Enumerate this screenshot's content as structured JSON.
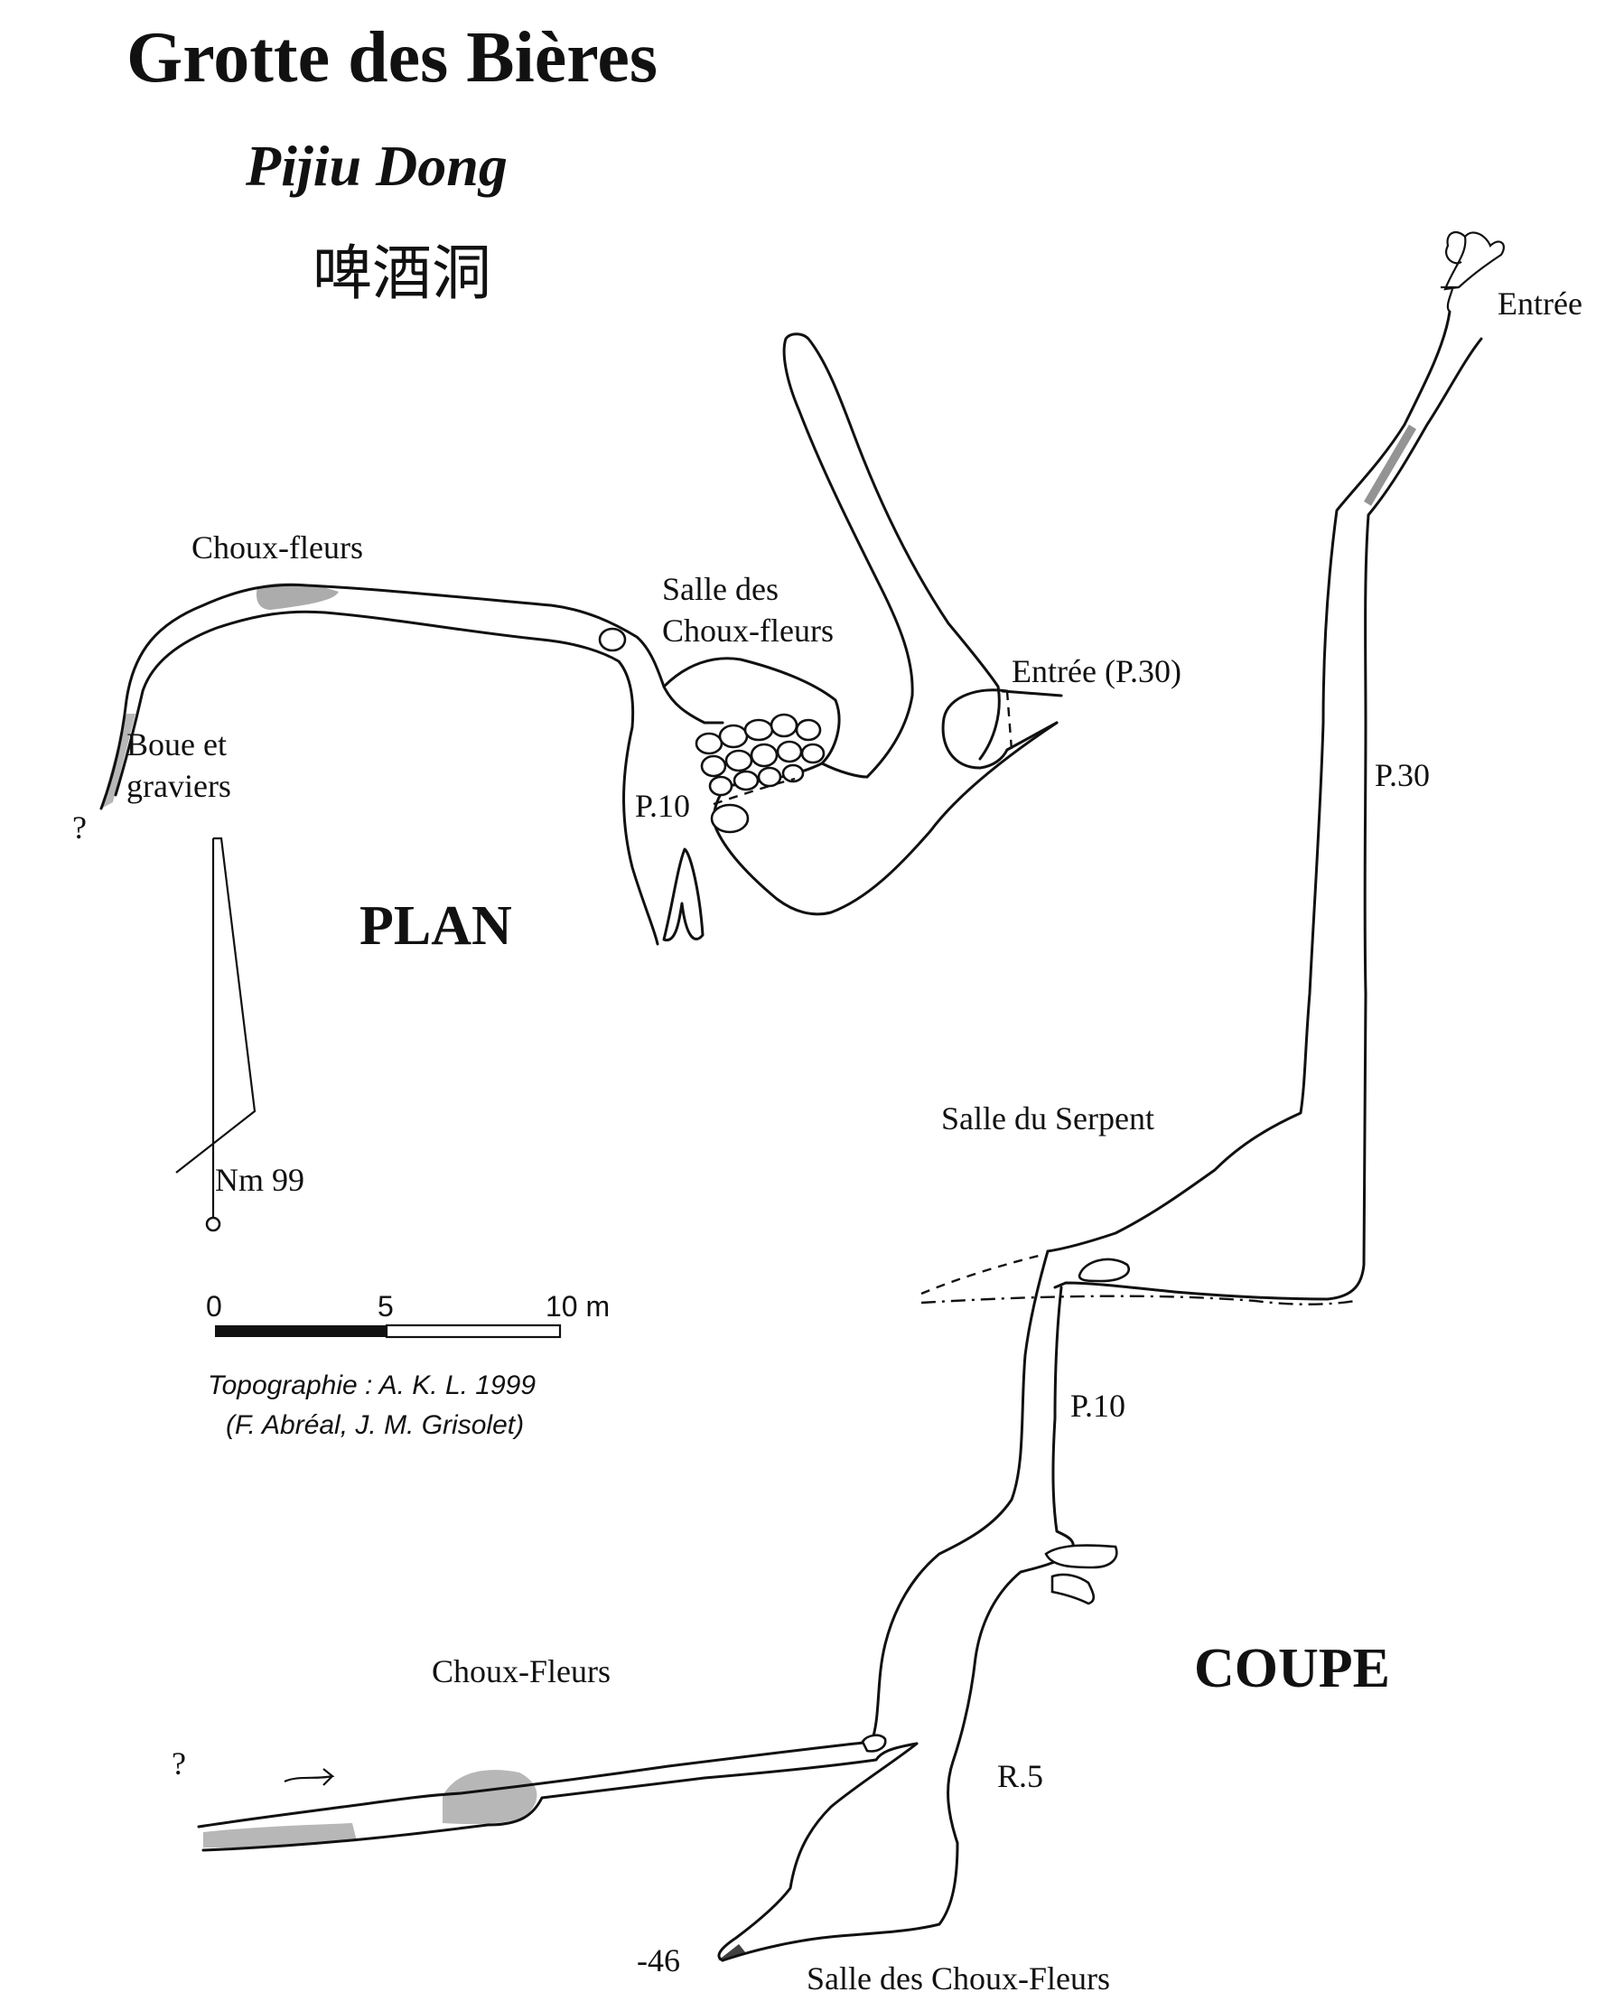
{
  "title": {
    "main": "Grotte des Bières",
    "pinyin": "Pijiu Dong",
    "chinese": "啤酒洞"
  },
  "plan": {
    "heading": "PLAN",
    "labels": {
      "choux_fleurs": "Choux-fleurs",
      "salle_line1": "Salle des",
      "salle_line2": "Choux-fleurs",
      "entree": "Entrée (P.30)",
      "boue_line1": "Boue et",
      "boue_line2": "graviers",
      "question": "?",
      "p10": "P.10"
    },
    "north": "Nm 99"
  },
  "scale": {
    "ticks": [
      "0",
      "5",
      "10 m"
    ]
  },
  "credit": {
    "line1": "Topographie : A. K. L. 1999",
    "line2": "(F. Abréal, J. M. Grisolet)"
  },
  "coupe": {
    "heading": "COUPE",
    "labels": {
      "entree": "Entrée",
      "p30": "P.30",
      "salle_serpent": "Salle du Serpent",
      "p10": "P.10",
      "choux_fleurs": "Choux-Fleurs",
      "question": "?",
      "r5": "R.5",
      "depth": "-46",
      "salle_choux": "Salle des Choux-Fleurs"
    }
  }
}
